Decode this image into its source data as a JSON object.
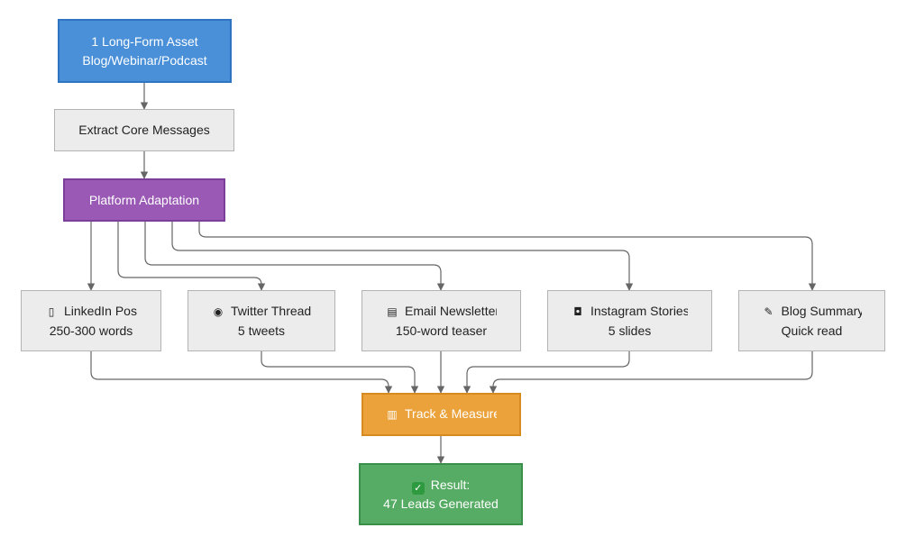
{
  "colors": {
    "source": "#4a90d9",
    "adaptation": "#9a59b5",
    "track": "#eba23b",
    "result": "#56ac64",
    "neutral": "#ececec",
    "edge": "#666666"
  },
  "nodes": {
    "source": {
      "line1": "1 Long-Form Asset",
      "line2": "Blog/Webinar/Podcast"
    },
    "extract": {
      "line1": "Extract Core Messages"
    },
    "adapt": {
      "line1": "Platform Adaptation"
    },
    "linkedin": {
      "icon": "phone-icon",
      "title": "LinkedIn Post",
      "detail": "250-300 words"
    },
    "twitter": {
      "icon": "disc-icon",
      "title": "Twitter Thread",
      "detail": "5 tweets"
    },
    "email": {
      "icon": "newspaper-icon",
      "title": "Email Newsletter",
      "detail": "150-word teaser"
    },
    "instagram": {
      "icon": "camera-icon",
      "title": "Instagram Stories",
      "detail": "5 slides"
    },
    "blog": {
      "icon": "memo-icon",
      "title": "Blog Summary",
      "detail": "Quick read"
    },
    "track": {
      "icon": "bar-chart-icon",
      "title": "Track & Measure"
    },
    "result": {
      "icon": "check-mark-icon",
      "line1": "Result:",
      "line2": "47 Leads Generated"
    }
  }
}
